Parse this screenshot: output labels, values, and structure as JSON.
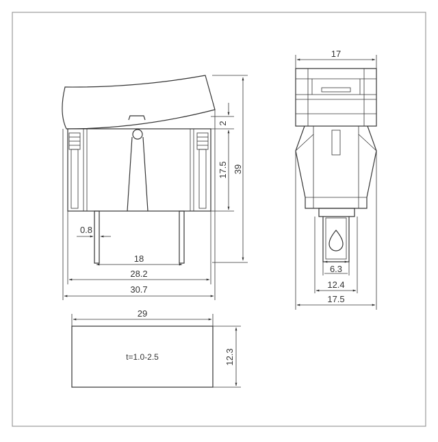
{
  "front_view": {
    "dim_height_total": "39",
    "dim_body_height": "17.5",
    "dim_gap": "2",
    "dim_terminal_thickness": "0.8",
    "dim_terminal_spacing": "18",
    "dim_body_width": "28.2",
    "dim_total_width": "30.7"
  },
  "side_view": {
    "dim_top_width": "17",
    "dim_terminal_width": "6.3",
    "dim_clip_width": "12.4",
    "dim_total_width": "17.5"
  },
  "panel_cutout": {
    "dim_width": "29",
    "dim_height": "12.3",
    "thickness_note": "t=1.0-2.5"
  }
}
